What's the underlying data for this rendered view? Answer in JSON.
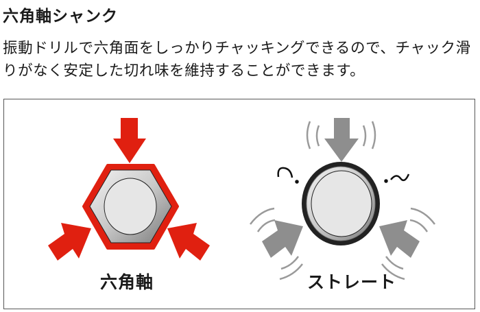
{
  "heading": "六角軸シャンク",
  "description": "振動ドリルで六角面をしっかりチャッキングできるので、チャック滑りがなく安定した切れ味を維持することができます。",
  "diagram": {
    "hex_label": "六角軸",
    "straight_label": "ストレート",
    "colors": {
      "hex_arrow": "#e02010",
      "straight_arrow": "#8e8e8e"
    }
  }
}
